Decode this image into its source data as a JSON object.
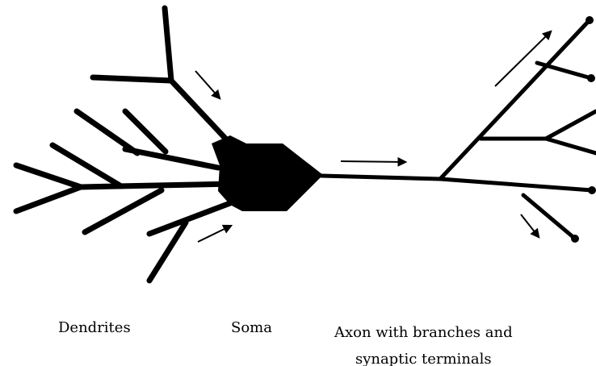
{
  "labels": {
    "dendrites": "Dendrites",
    "soma": "Soma",
    "axon_line1": "Axon with branches and",
    "axon_line2": "synaptic terminals"
  },
  "colors": {
    "stroke": "#000000",
    "background": "#ffffff"
  }
}
